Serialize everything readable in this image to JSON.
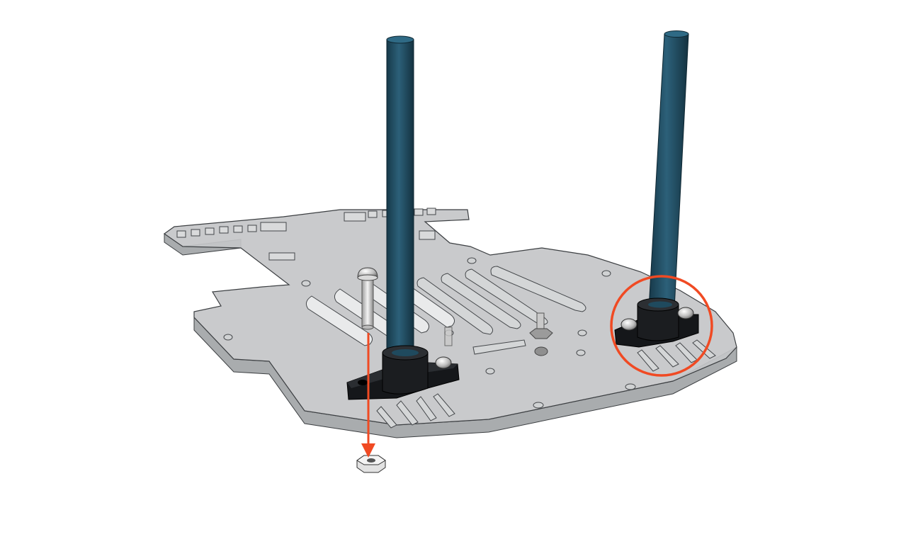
{
  "figure": {
    "kind": "assembly-instruction",
    "background": "#ffffff",
    "caption": ""
  },
  "colors": {
    "plate_fill": "#c9cbcc",
    "plate_edge": "#8e9194",
    "plate_outline": "#3c3f42",
    "rod": "#1f4a5e",
    "rod_highlight": "#2f6a85",
    "bracket": "#101214",
    "screw_metal": "#d8d8d8",
    "callout": "#f04a23"
  },
  "parts": {
    "base_plate": "acrylic-base-plate",
    "rods": [
      "standoff-rod-left",
      "standoff-rod-right"
    ],
    "brackets": [
      "rod-bracket-left",
      "rod-bracket-right"
    ],
    "fasteners": [
      "bolt",
      "hex-nut"
    ]
  },
  "annotations": {
    "arrow": "insert-bolt-down-to-nut",
    "circle": "highlight-right-bracket"
  }
}
